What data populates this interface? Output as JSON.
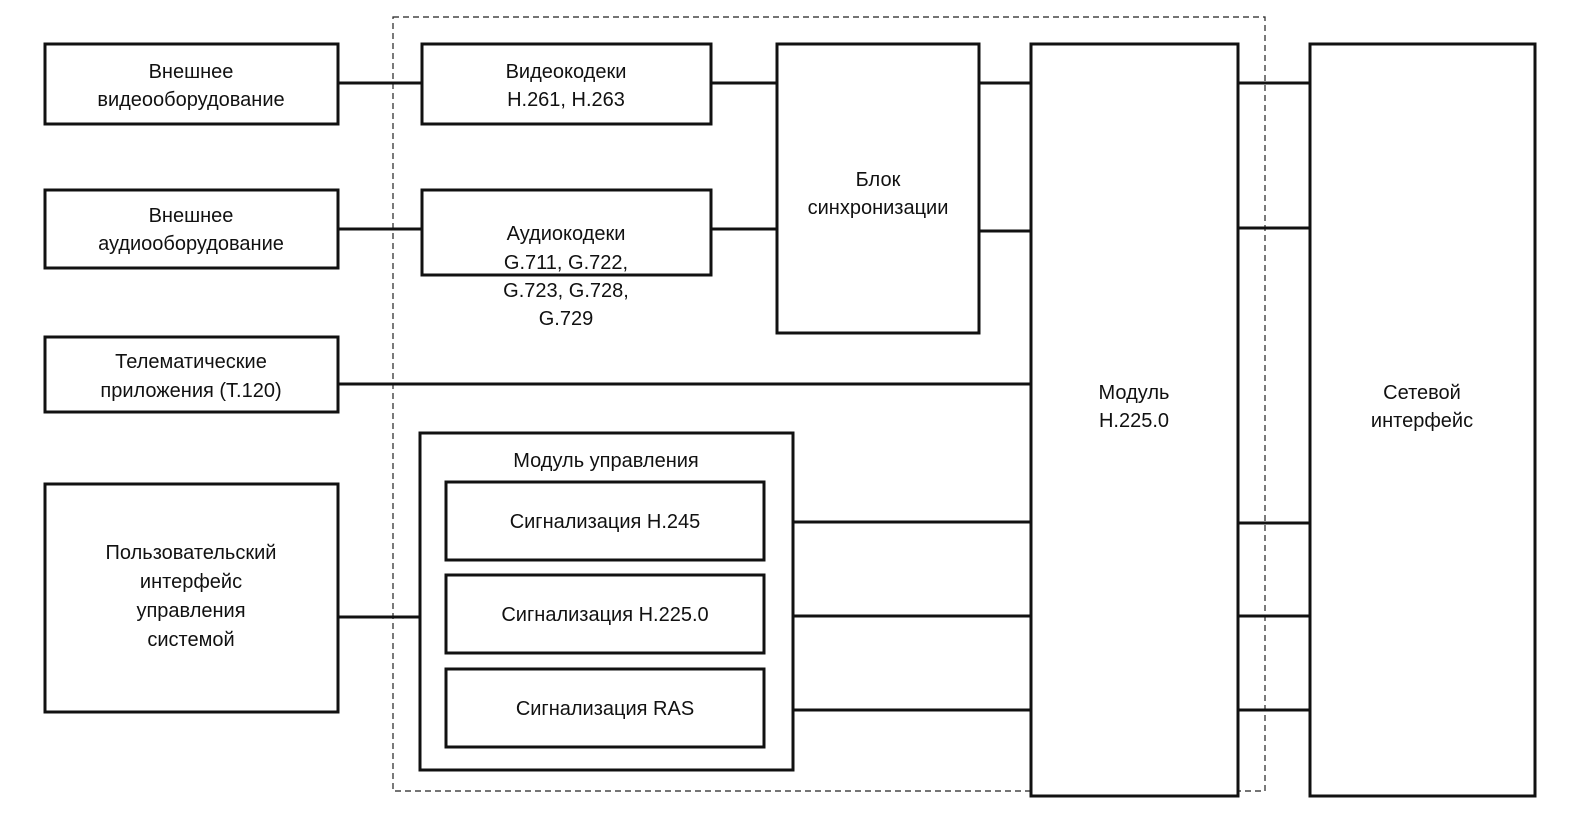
{
  "diagram": {
    "terminal_boundary": "dashed",
    "external": {
      "video_equipment": [
        "Внешнее",
        "видеооборудование"
      ],
      "audio_equipment": [
        "Внешнее",
        "аудиооборудование"
      ],
      "telematics": [
        "Телематические",
        "приложения (Т.120)"
      ],
      "user_interface": [
        "Пользовательский",
        "интерфейс",
        "управления",
        "системой"
      ]
    },
    "video_codecs": [
      "Видеокодеки",
      "H.261, H.263"
    ],
    "audio_codecs": [
      "Аудиокодеки",
      "G.711, G.722,",
      "G.723, G.728,",
      "G.729"
    ],
    "sync_block": [
      "Блок",
      "синхронизации"
    ],
    "control_module": {
      "title": "Модуль управления",
      "h245": "Сигнализация H.245",
      "h2250": "Сигнализация H.225.0",
      "ras": "Сигнализация RAS"
    },
    "h2250_module": [
      "Модуль",
      "H.225.0"
    ],
    "network_interface": [
      "Сетевой",
      "интерфейс"
    ]
  }
}
